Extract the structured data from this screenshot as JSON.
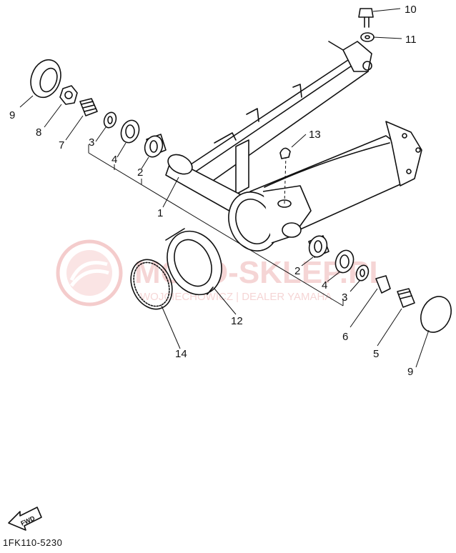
{
  "callouts": [
    {
      "id": "c1",
      "label": "1"
    },
    {
      "id": "c2a",
      "label": "2"
    },
    {
      "id": "c2b",
      "label": "2"
    },
    {
      "id": "c3a",
      "label": "3"
    },
    {
      "id": "c3b",
      "label": "3"
    },
    {
      "id": "c4a",
      "label": "4"
    },
    {
      "id": "c4b",
      "label": "4"
    },
    {
      "id": "c5",
      "label": "5"
    },
    {
      "id": "c6",
      "label": "6"
    },
    {
      "id": "c7",
      "label": "7"
    },
    {
      "id": "c8",
      "label": "8"
    },
    {
      "id": "c9a",
      "label": "9"
    },
    {
      "id": "c9b",
      "label": "9"
    },
    {
      "id": "c10",
      "label": "10"
    },
    {
      "id": "c11",
      "label": "11"
    },
    {
      "id": "c12",
      "label": "12"
    },
    {
      "id": "c13",
      "label": "13"
    },
    {
      "id": "c14",
      "label": "14"
    }
  ],
  "watermark": {
    "brand": "MOTO-SKLEP.PL",
    "tagline": "WOJCIECHOWICZ | DEALER YAMAHA",
    "color": "#e07070"
  },
  "fwd_badge": "FWD",
  "diagram_code": "1FK110-5230"
}
